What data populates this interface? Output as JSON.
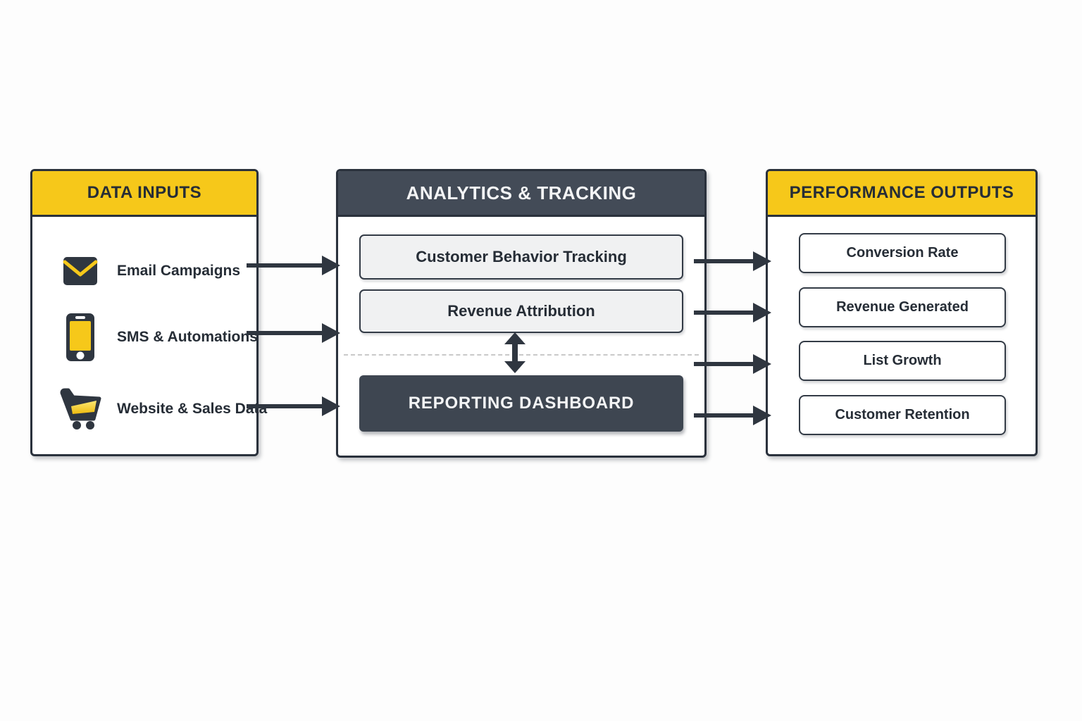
{
  "inputs_panel": {
    "title": "DATA INPUTS",
    "items": [
      {
        "icon": "email-icon",
        "label": "Email Campaigns"
      },
      {
        "icon": "phone-icon",
        "label": "SMS & Automations"
      },
      {
        "icon": "cart-icon",
        "label": "Website & Sales Data"
      }
    ]
  },
  "analytics_panel": {
    "title": "ANALYTICS & TRACKING",
    "boxes": [
      {
        "label": "Customer Behavior Tracking"
      },
      {
        "label": "Revenue Attribution"
      }
    ],
    "dashboard_label": "REPORTING DASHBOARD"
  },
  "outputs_panel": {
    "title": "PERFORMANCE OUTPUTS",
    "items": [
      {
        "label": "Conversion Rate"
      },
      {
        "label": "Revenue Generated"
      },
      {
        "label": "List Growth"
      },
      {
        "label": "Customer Retention"
      }
    ]
  },
  "colors": {
    "accent_yellow": "#F6C81A",
    "dark_slate": "#3E4651",
    "header_slate": "#434B57",
    "border_dark": "#2A313C",
    "box_light": "#F0F1F2",
    "arrow_dark": "#2F3640"
  }
}
